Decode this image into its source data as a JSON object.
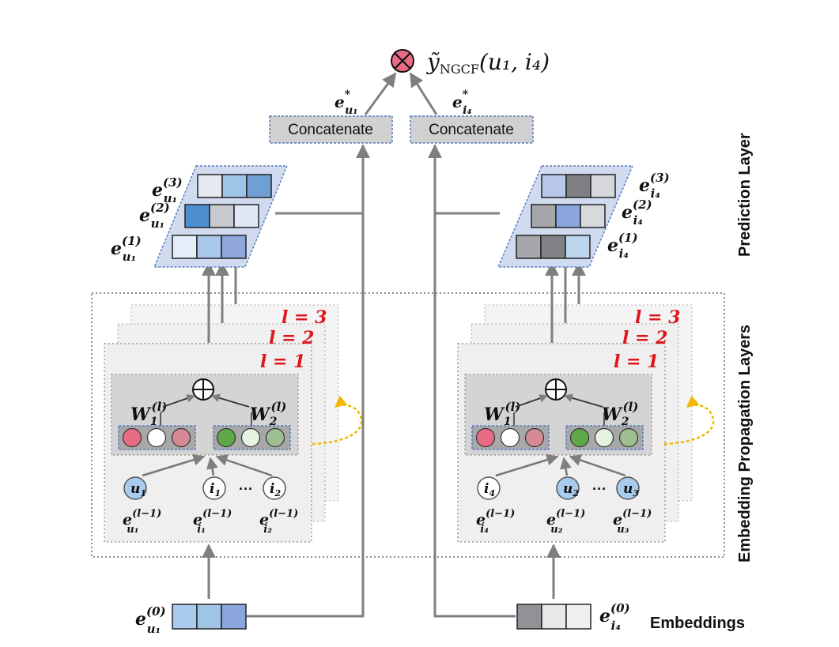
{
  "output": {
    "symbol": "⊗",
    "label_main": "ỹ",
    "label_sub": "NGCF",
    "label_args": "(u₁, i₄)"
  },
  "prediction": {
    "user_concat": "Concatenate",
    "item_concat": "Concatenate",
    "user_star": "e*u₁",
    "item_star": "e*i₄"
  },
  "user_stack": {
    "labels": [
      {
        "base": "e",
        "sup": "(3)",
        "sub": "u₁"
      },
      {
        "base": "e",
        "sup": "(2)",
        "sub": "u₁"
      },
      {
        "base": "e",
        "sup": "(1)",
        "sub": "u₁"
      }
    ],
    "rows": [
      [
        "#e6e9ef",
        "#9ec4e6",
        "#6f9fd4"
      ],
      [
        "#4f8fcf",
        "#c6c9ce",
        "#dfe9f5"
      ],
      [
        "#e3eefa",
        "#a9c8ea",
        "#8ea6d9"
      ]
    ]
  },
  "item_stack": {
    "labels": [
      {
        "base": "e",
        "sup": "(3)",
        "sub": "i₄"
      },
      {
        "base": "e",
        "sup": "(2)",
        "sub": "i₄"
      },
      {
        "base": "e",
        "sup": "(1)",
        "sub": "i₄"
      }
    ],
    "rows": [
      [
        "#b7c7ea",
        "#7d7f83",
        "#d5d7db"
      ],
      [
        "#a4a6aa",
        "#8aa6dc",
        "#d7d9dd"
      ],
      [
        "#a5a7ab",
        "#808285",
        "#bcd6ef"
      ]
    ]
  },
  "layers": {
    "l3": "l = 3",
    "l2": "l = 2",
    "l1": "l = 1"
  },
  "user_block": {
    "w1": {
      "base": "W",
      "sub": "1",
      "sup": "(l)"
    },
    "w2": {
      "base": "W",
      "sub": "2",
      "sup": "(l)"
    },
    "sum_symbol": "⊕",
    "left_circles": [
      "#ea6b86",
      "#ffffff",
      "#d68a95"
    ],
    "right_circles": [
      "#5fa84a",
      "#e7f3e1",
      "#9fbf92"
    ],
    "nodes": [
      {
        "base": "u",
        "sub": "1",
        "fill": "#a9cbec"
      },
      {
        "base": "i",
        "sub": "1",
        "fill": "#ffffff"
      },
      {
        "base": "i",
        "sub": "2",
        "fill": "#ffffff"
      }
    ],
    "ellipsis": "···",
    "node_labels": [
      {
        "base": "e",
        "sup": "(l−1)",
        "sub": "u₁"
      },
      {
        "base": "e",
        "sup": "(l−1)",
        "sub": "i₁"
      },
      {
        "base": "e",
        "sup": "(l−1)",
        "sub": "i₂"
      }
    ]
  },
  "item_block": {
    "w1": {
      "base": "W",
      "sub": "1",
      "sup": "(l)"
    },
    "w2": {
      "base": "W",
      "sub": "2",
      "sup": "(l)"
    },
    "sum_symbol": "⊕",
    "left_circles": [
      "#ea6b86",
      "#ffffff",
      "#d68a95"
    ],
    "right_circles": [
      "#5fa84a",
      "#e7f3e1",
      "#9fbf92"
    ],
    "nodes": [
      {
        "base": "i",
        "sub": "4",
        "fill": "#ffffff"
      },
      {
        "base": "u",
        "sub": "2",
        "fill": "#a9cbec"
      },
      {
        "base": "u",
        "sub": "3",
        "fill": "#a9cbec"
      }
    ],
    "ellipsis": "···",
    "node_labels": [
      {
        "base": "e",
        "sup": "(l−1)",
        "sub": "i₄"
      },
      {
        "base": "e",
        "sup": "(l−1)",
        "sub": "u₂"
      },
      {
        "base": "e",
        "sup": "(l−1)",
        "sub": "u₃"
      }
    ]
  },
  "embeddings": {
    "user": {
      "base": "e",
      "sup": "(0)",
      "sub": "u₁",
      "cells": [
        "#a9cbec",
        "#9ec4e6",
        "#8aa6dc"
      ]
    },
    "item": {
      "base": "e",
      "sup": "(0)",
      "sub": "i₄",
      "cells": [
        "#909295",
        "#e7e8ea",
        "#eeeff1"
      ]
    }
  },
  "side_labels": {
    "prediction": "Prediction Layer",
    "propagation": "Embedding Propagation Layers",
    "embeddings": "Embeddings"
  },
  "colors": {
    "arrow": "#7f7f7f",
    "layer_text": "#e0141b",
    "feedback": "#f2b800",
    "dashed_border": "#5b7dbf"
  }
}
